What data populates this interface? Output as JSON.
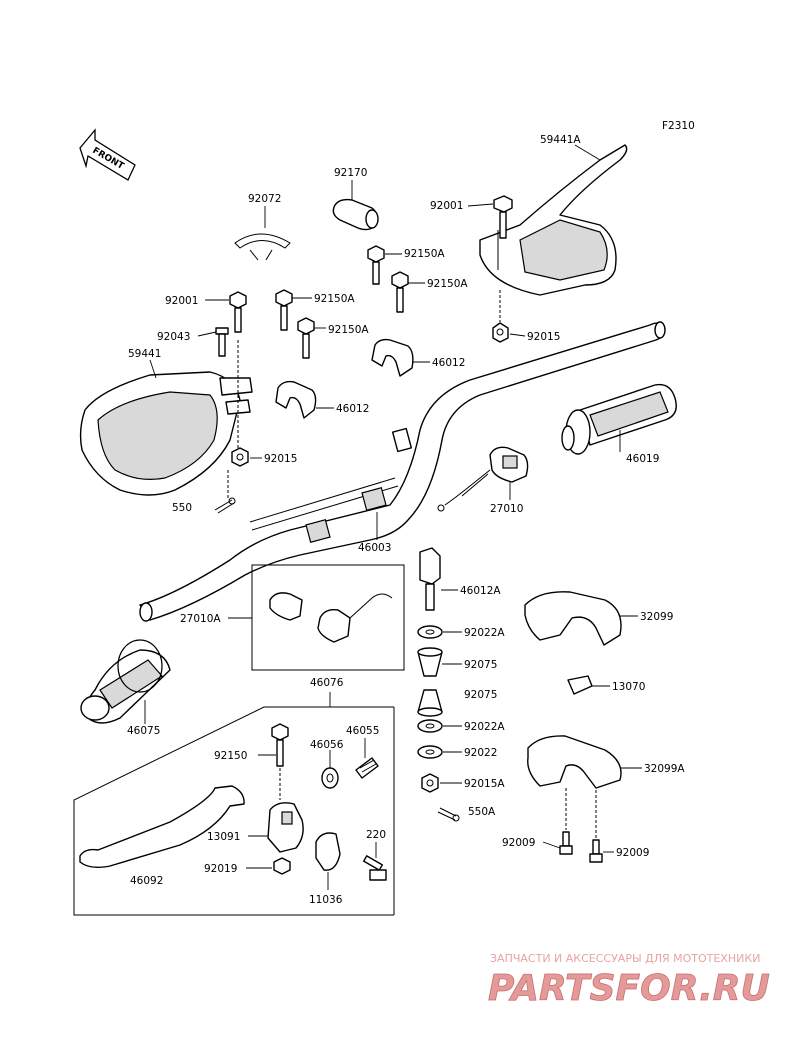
{
  "diagram": {
    "figure_code": "F2310",
    "front_label": "FRONT",
    "labels": {
      "p59441a": "59441A",
      "p92170": "92170",
      "p92072": "92072",
      "p92001_top": "92001",
      "p92150a_1": "92150A",
      "p92150a_2": "92150A",
      "p92150a_3": "92150A",
      "p92150a_4": "92150A",
      "p92001_left": "92001",
      "p92043": "92043",
      "p59441": "59441",
      "p46012_1": "46012",
      "p46012_2": "46012",
      "p92015_top": "92015",
      "p92015_left": "92015",
      "p550": "550",
      "p46019": "46019",
      "p27010": "27010",
      "p46003": "46003",
      "p46012a": "46012A",
      "p32099": "32099",
      "p27010a": "27010A",
      "p92022a_1": "92022A",
      "p92075_1": "92075",
      "p92075_2": "92075",
      "p13070": "13070",
      "p46076": "46076",
      "p46075": "46075",
      "p92022a_2": "92022A",
      "p46055": "46055",
      "p46056": "46056",
      "p92150": "92150",
      "p92022": "92022",
      "p32099a": "32099A",
      "p92015a": "92015A",
      "p550a": "550A",
      "p13091": "13091",
      "p220": "220",
      "p92009_1": "92009",
      "p92009_2": "92009",
      "p46092": "46092",
      "p92019": "92019",
      "p11036": "11036"
    }
  },
  "watermark": {
    "caption": "ЗАПЧАСТИ И АКСЕССУАРЫ ДЛЯ МОТОТЕХНИКИ",
    "logo_text": "PARTSFOR.RU"
  }
}
